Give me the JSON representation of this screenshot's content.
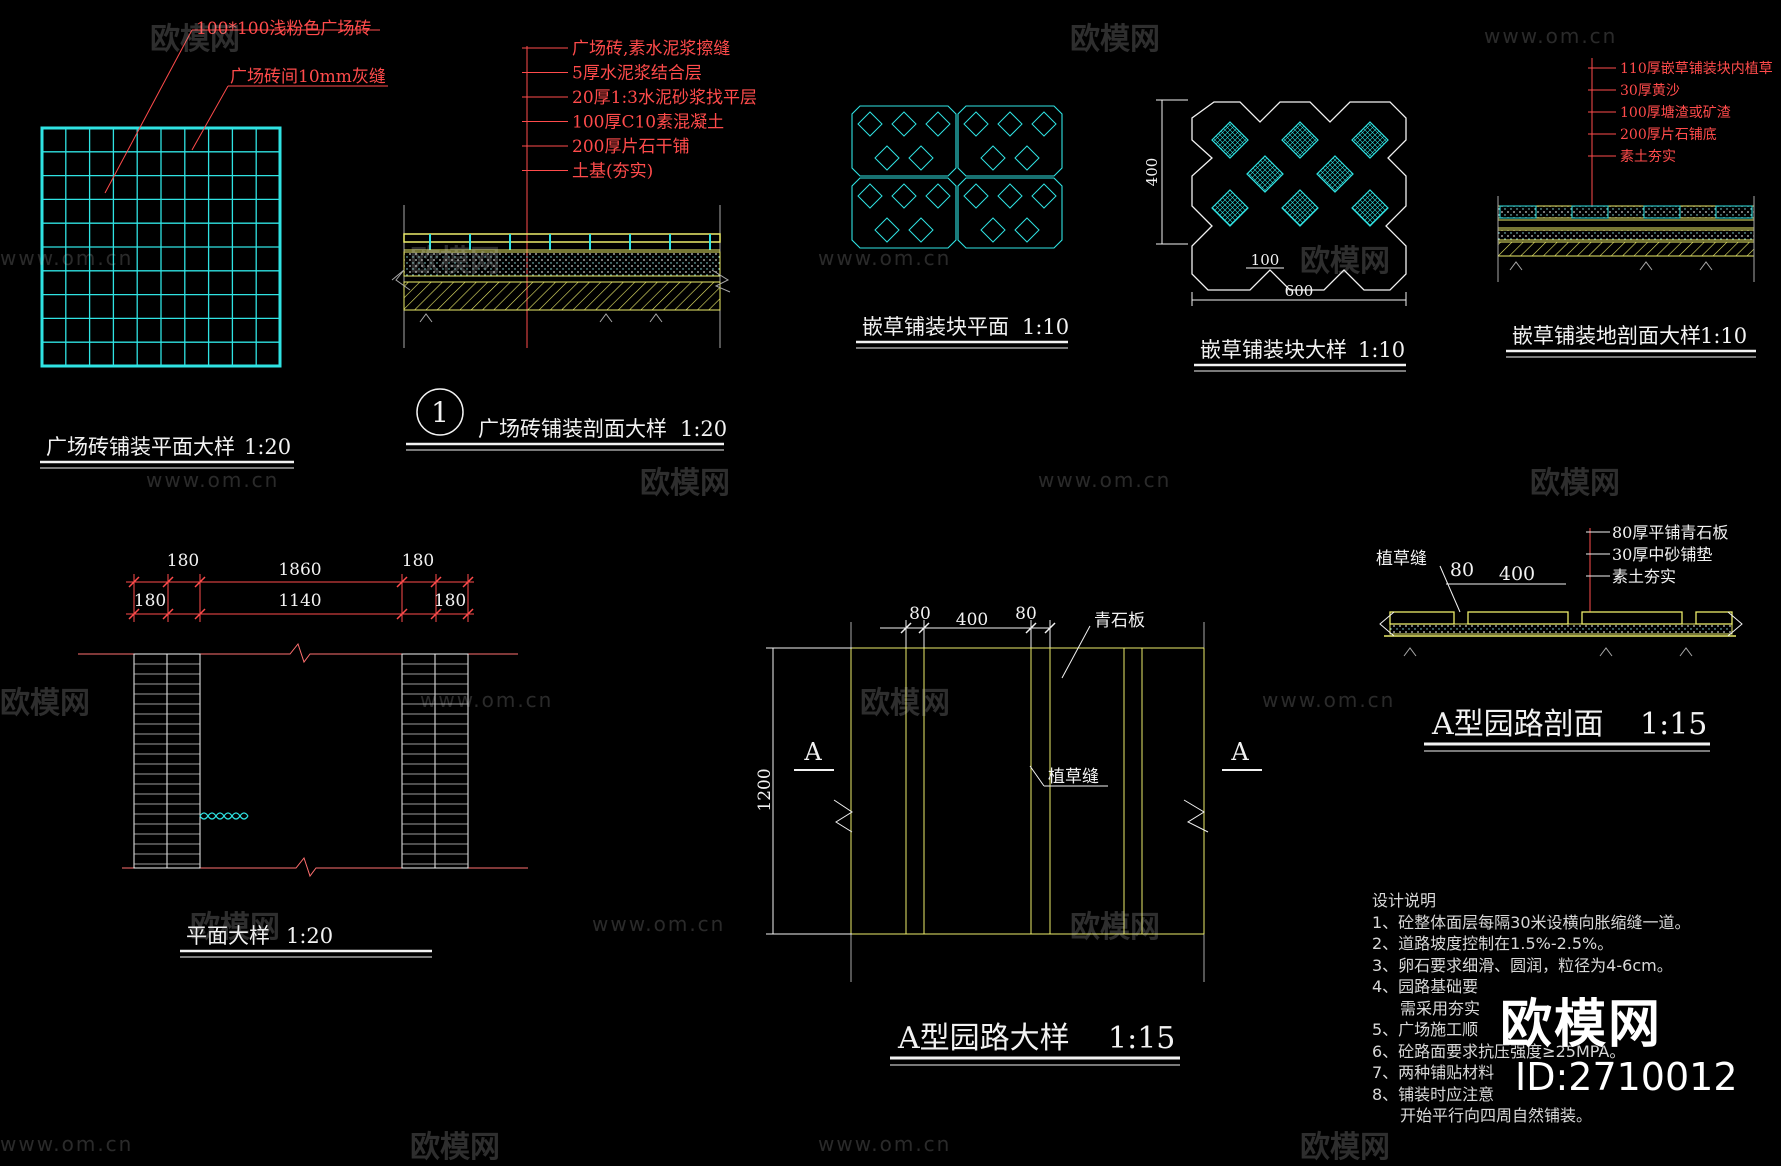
{
  "colors": {
    "background": "#000000",
    "cyan": "#2fe3e3",
    "red": "#ff4b4b",
    "yellow": "#ecec6a",
    "white": "#f2f2f2",
    "gray": "#a8a8a8"
  },
  "plaza_plan": {
    "label_tile": "100*100浅粉色广场砖",
    "label_joint": "广场砖间10mm灰缝",
    "title": "广场砖铺装平面大样",
    "scale": "1:20"
  },
  "plaza_section": {
    "layers": [
      "广场砖,素水泥浆擦缝",
      "5厚水泥浆结合层",
      "20厚1:3水泥砂浆找平层",
      "100厚C10素混凝土",
      "200厚片石干铺",
      "土基(夯实)"
    ],
    "circle_number": "1",
    "title": "广场砖铺装剖面大样",
    "scale": "1:20"
  },
  "grass_plan": {
    "title": "嵌草铺装块平面",
    "scale": "1:10"
  },
  "grass_block": {
    "dim_height": "400",
    "dim_cell": "100",
    "dim_width": "600",
    "title": "嵌草铺装块大样",
    "scale": "1:10"
  },
  "grass_section": {
    "layers": [
      "110厚嵌草铺装块内植草",
      "30厚黄沙",
      "100厚塘渣或矿渣",
      "200厚片石铺底",
      "素土夯实"
    ],
    "title": "嵌草铺装地剖面大样",
    "scale": "1:10"
  },
  "plan_detail": {
    "dims_top": [
      "180",
      "1860",
      "180"
    ],
    "dims_bottom": [
      "180",
      "1140",
      "180"
    ],
    "title": "平面大样",
    "scale": "1:20"
  },
  "path_a_plan": {
    "dims": [
      "80",
      "400",
      "80"
    ],
    "dim_height": "1200",
    "label_stone": "青石板",
    "label_grass": "植草缝",
    "mark_left": "A",
    "mark_right": "A",
    "title": "A型园路大样",
    "scale": "1:15"
  },
  "path_a_section": {
    "label_grass": "植草缝",
    "dims": [
      "80",
      "400"
    ],
    "layers": [
      "80厚平铺青石板",
      "30厚中砂铺垫",
      "素土夯实"
    ],
    "title": "A型园路剖面",
    "scale": "1:15"
  },
  "notes": {
    "heading": "设计说明",
    "items": [
      "1、砼整体面层每隔30米设横向胀缩缝一道。",
      "2、道路坡度控制在1.5%-2.5%。",
      "3、卵石要求细滑、圆润，粒径为4-6cm。",
      "4、园路基础要",
      "需采用夯实",
      "5、广场施工顺",
      "6、砼路面要求抗压强度≥25MPA。",
      "7、两种铺贴材料",
      "8、铺装时应注意",
      "开始平行向四周自然铺装。"
    ]
  },
  "watermark": {
    "brand": "欧模网",
    "url": "www.om.cn",
    "stamp": "欧模网",
    "id": "ID:2710012"
  }
}
